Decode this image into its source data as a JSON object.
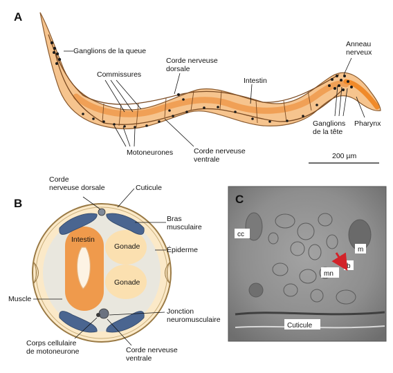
{
  "panel_a": {
    "letter": "A",
    "labels": {
      "tail_ganglia": "Ganglions de la queue",
      "commissures": "Commissures",
      "dorsal_cord_1": "Corde nerveuse",
      "dorsal_cord_2": "dorsale",
      "intestine": "Intestin",
      "nerve_ring_1": "Anneau",
      "nerve_ring_2": "nerveux",
      "head_ganglia_1": "Ganglions",
      "head_ganglia_2": "de la tête",
      "pharynx": "Pharynx",
      "motoneurons": "Motoneurones",
      "ventral_cord_1": "Corde nerveuse",
      "ventral_cord_2": "ventrale"
    },
    "scale_bar": "200 µm"
  },
  "panel_b": {
    "letter": "B",
    "labels": {
      "dorsal_cord_1": "Corde",
      "dorsal_cord_2": "nerveuse dorsale",
      "cuticle": "Cuticule",
      "muscle_arm_1": "Bras",
      "muscle_arm_2": "musculaire",
      "intestine": "Intestin",
      "gonad_top": "Gonade",
      "gonad_bottom": "Gonade",
      "epidermis": "Épiderme",
      "muscle": "Muscle",
      "nmj_1": "Jonction",
      "nmj_2": "neuromusculaire",
      "motoneuron_body_1": "Corps cellulaire",
      "motoneuron_body_2": "de motoneurone",
      "ventral_cord_1": "Corde nerveuse",
      "ventral_cord_2": "ventrale"
    }
  },
  "panel_c": {
    "letter": "C",
    "labels": {
      "cc": "cc",
      "m": "m",
      "b": "b",
      "mn": "mn",
      "cuticle": "Cuticule"
    },
    "arrow_color": "#d2232a"
  },
  "colors": {
    "worm_body": "#f6c48e",
    "worm_outline": "#8a5a2e",
    "intestine": "#ef9a4c",
    "pharynx": "#f08a2a",
    "muscle": "#4a6590",
    "gonad": "#fbe0b0",
    "epidermis": "#fbe9c8",
    "em_background": "#8f8f8f"
  }
}
